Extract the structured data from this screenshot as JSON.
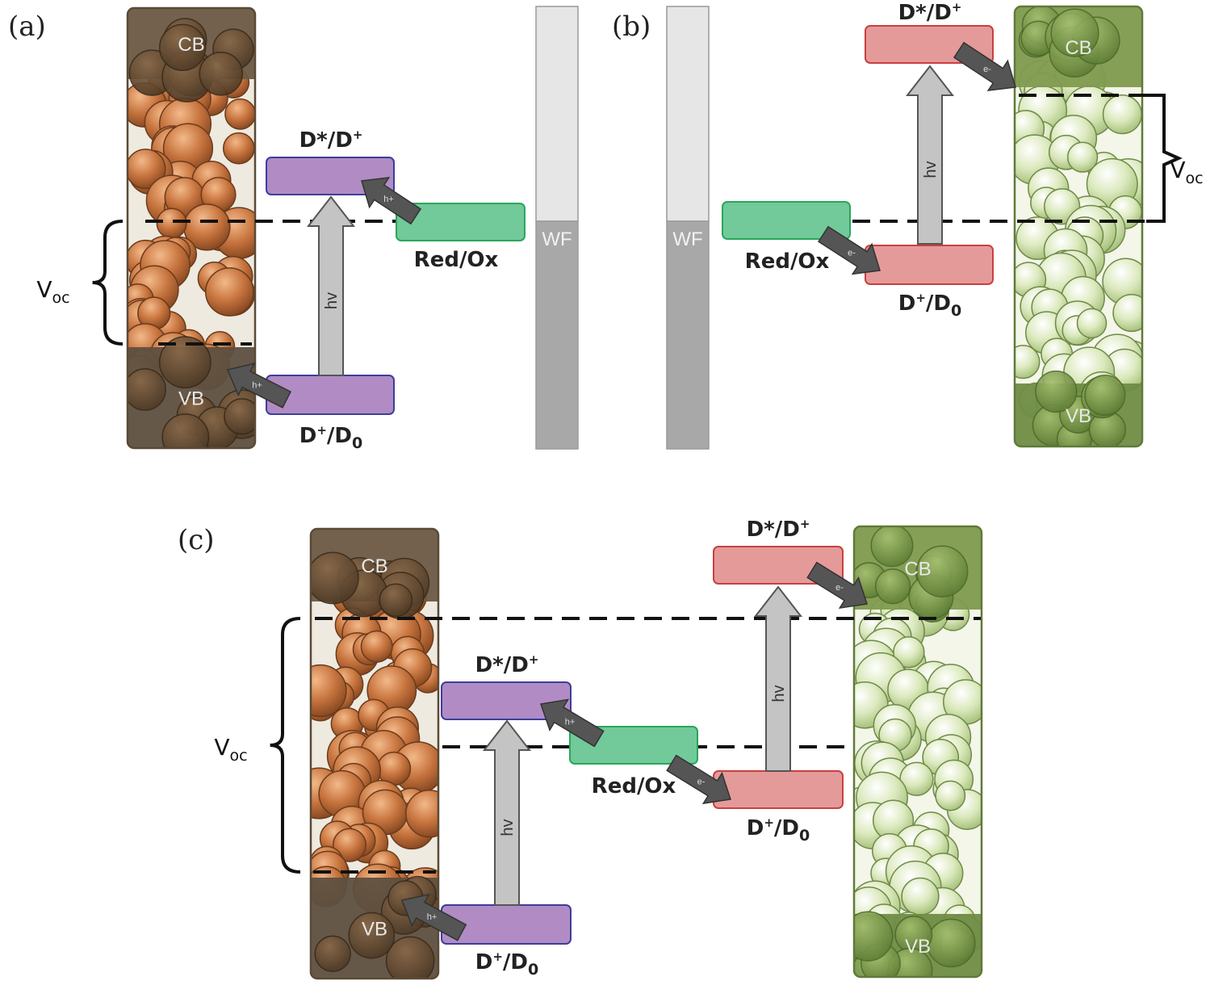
{
  "panels": {
    "a": {
      "letter": "(a)"
    },
    "b": {
      "letter": "(b)"
    },
    "c": {
      "letter": "(c)"
    }
  },
  "labels": {
    "cb": "CB",
    "vb": "VB",
    "wf": "WF",
    "hv": "hv",
    "excited_main": "D*/D",
    "excited_sup": "+",
    "ground_main": "D",
    "ground_sup": "+",
    "ground_mid": "/D",
    "ground_sub": "0",
    "redox": "Red/Ox",
    "voc_main": "V",
    "voc_sub": "oc",
    "hole": "h",
    "hole_sup": "+",
    "electron": "e",
    "electron_sup": "-"
  },
  "colors": {
    "p_cb": "#6b5a45",
    "p_body": "#eeeae0",
    "p_particle": "#c87a45",
    "p_vb": "#5e5040",
    "n_cb": "#7f9a4e",
    "n_body": "#f3f6e8",
    "n_particle": "#d6e6b4",
    "n_vb": "#6f8c44",
    "dye_p": "#b18bc4",
    "dye_p_border": "#3b3f9a",
    "dye_n": "#e59a9a",
    "dye_n_border": "#c84040",
    "redox": "#72c99a",
    "redox_border": "#2aa65a",
    "wf_top": "#e6e6e6",
    "wf_bottom": "#a8a8a8",
    "hv_arrow": "#c4c4c4",
    "transfer_arrow": "#555555"
  }
}
